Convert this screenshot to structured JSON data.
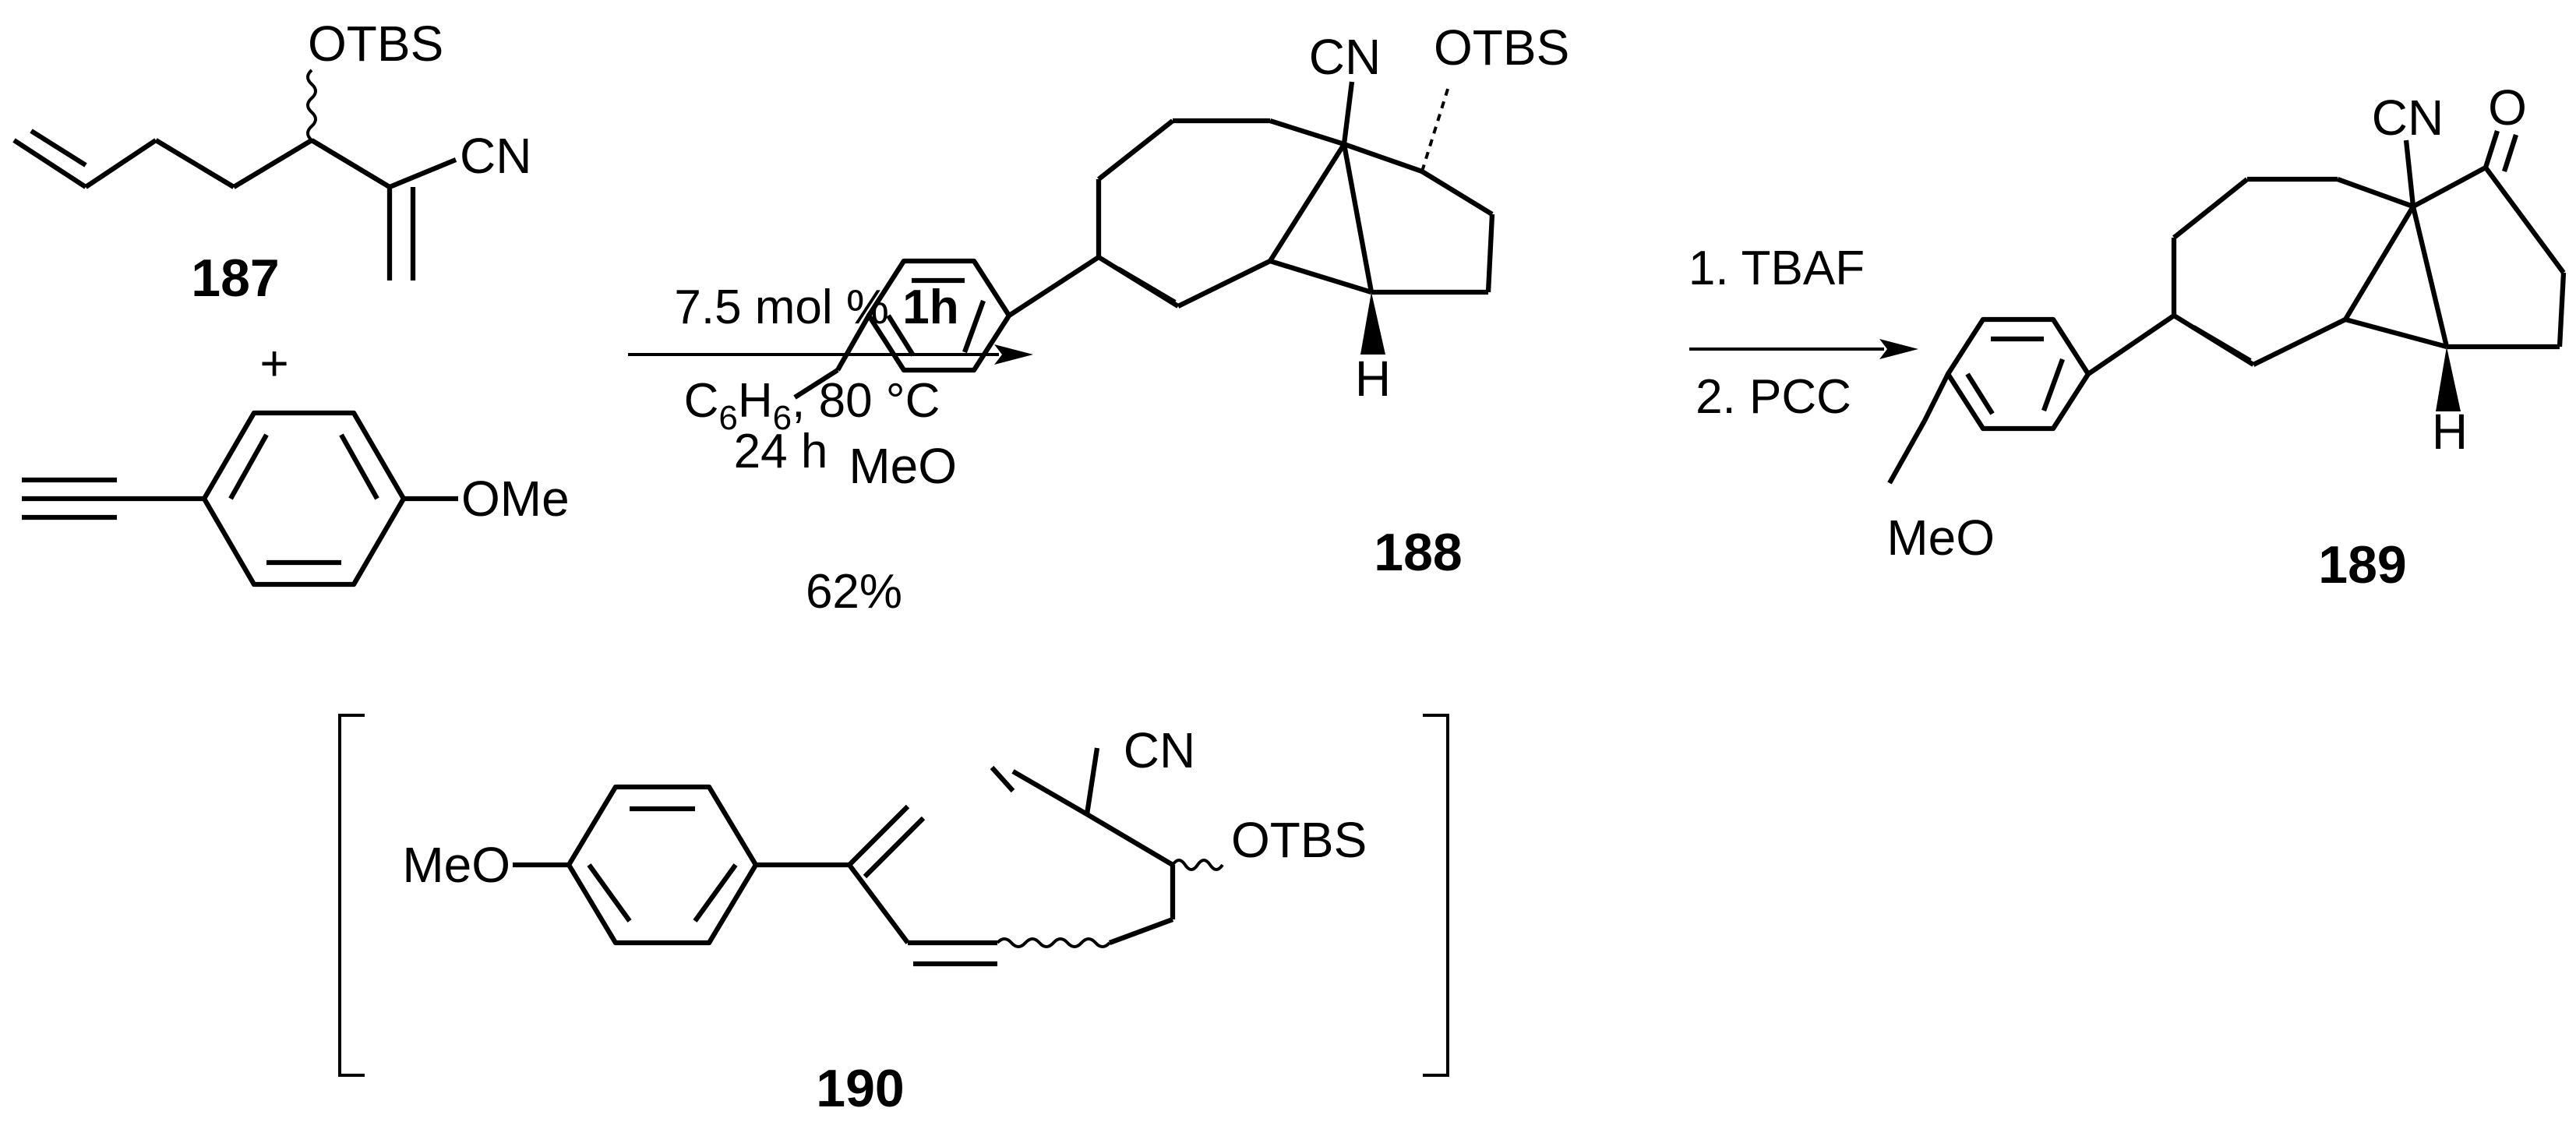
{
  "compounds": {
    "c187": {
      "id": "187",
      "otbs": "OTBS",
      "cn": "CN"
    },
    "plus": "+",
    "alkyne": {
      "ome": "OMe"
    },
    "c188": {
      "id": "188",
      "cn": "CN",
      "otbs": "OTBS",
      "h": "H",
      "meo": "MeO"
    },
    "c189": {
      "id": "189",
      "cn": "CN",
      "o": "O",
      "h": "H",
      "meo": "MeO"
    },
    "c190": {
      "id": "190",
      "cn": "CN",
      "otbs": "OTBS",
      "meo": "MeO"
    }
  },
  "step1": {
    "above_prefix": "7.5 mol % ",
    "above_catalyst": "1h",
    "solvent_c": "C",
    "solvent_sub1": "6",
    "solvent_h": "H",
    "solvent_sub2": "6",
    "solvent_rest": ", 80 °C",
    "time": "24 h",
    "yield": "62%"
  },
  "step2": {
    "line1": "1. TBAF",
    "line2": "2. PCC"
  }
}
